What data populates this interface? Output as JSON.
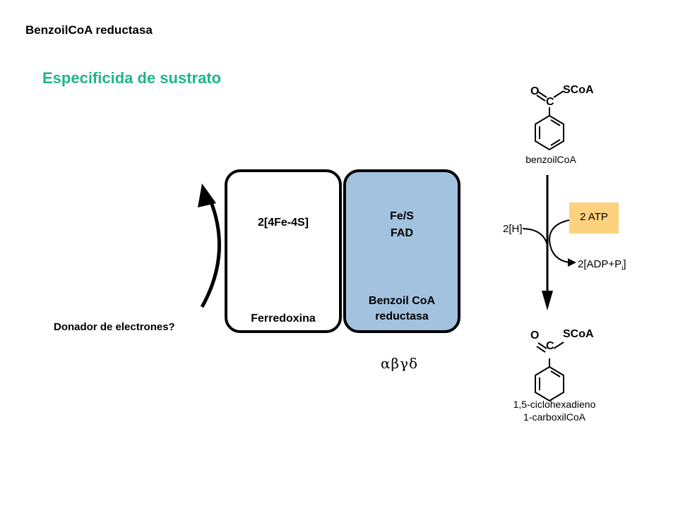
{
  "header": "BenzoilCoA reductasa",
  "subtitle": "Especificida de sustrato",
  "ferredoxin_box": {
    "cofactor": "2[4Fe-4S]",
    "name": "Ferredoxina"
  },
  "benzoyl_box": {
    "cofactor_1": "Fe/S",
    "cofactor_2": "FAD",
    "name_line1": "Benzoil CoA",
    "name_line2": "reductasa"
  },
  "donor_label": "Donador de electrones?",
  "subunits": "αβγδ",
  "reaction": {
    "substrate_label": "benzoilCoA",
    "product_label_line1": "1,5-ciclohexadieno",
    "product_label_line2": "1-carboxilCoA",
    "reductant": "2[H]",
    "atp": "2 ATP",
    "adp": "2[ADP+P",
    "adp_sub": "i",
    "adp_close": "]",
    "o_atom": "O",
    "c_atom": "C",
    "scoa": "SCoA"
  },
  "colors": {
    "subtitle": "#1fb58c",
    "benzoyl_fill": "#a3c2e0",
    "atp_fill": "#fdd27f"
  }
}
